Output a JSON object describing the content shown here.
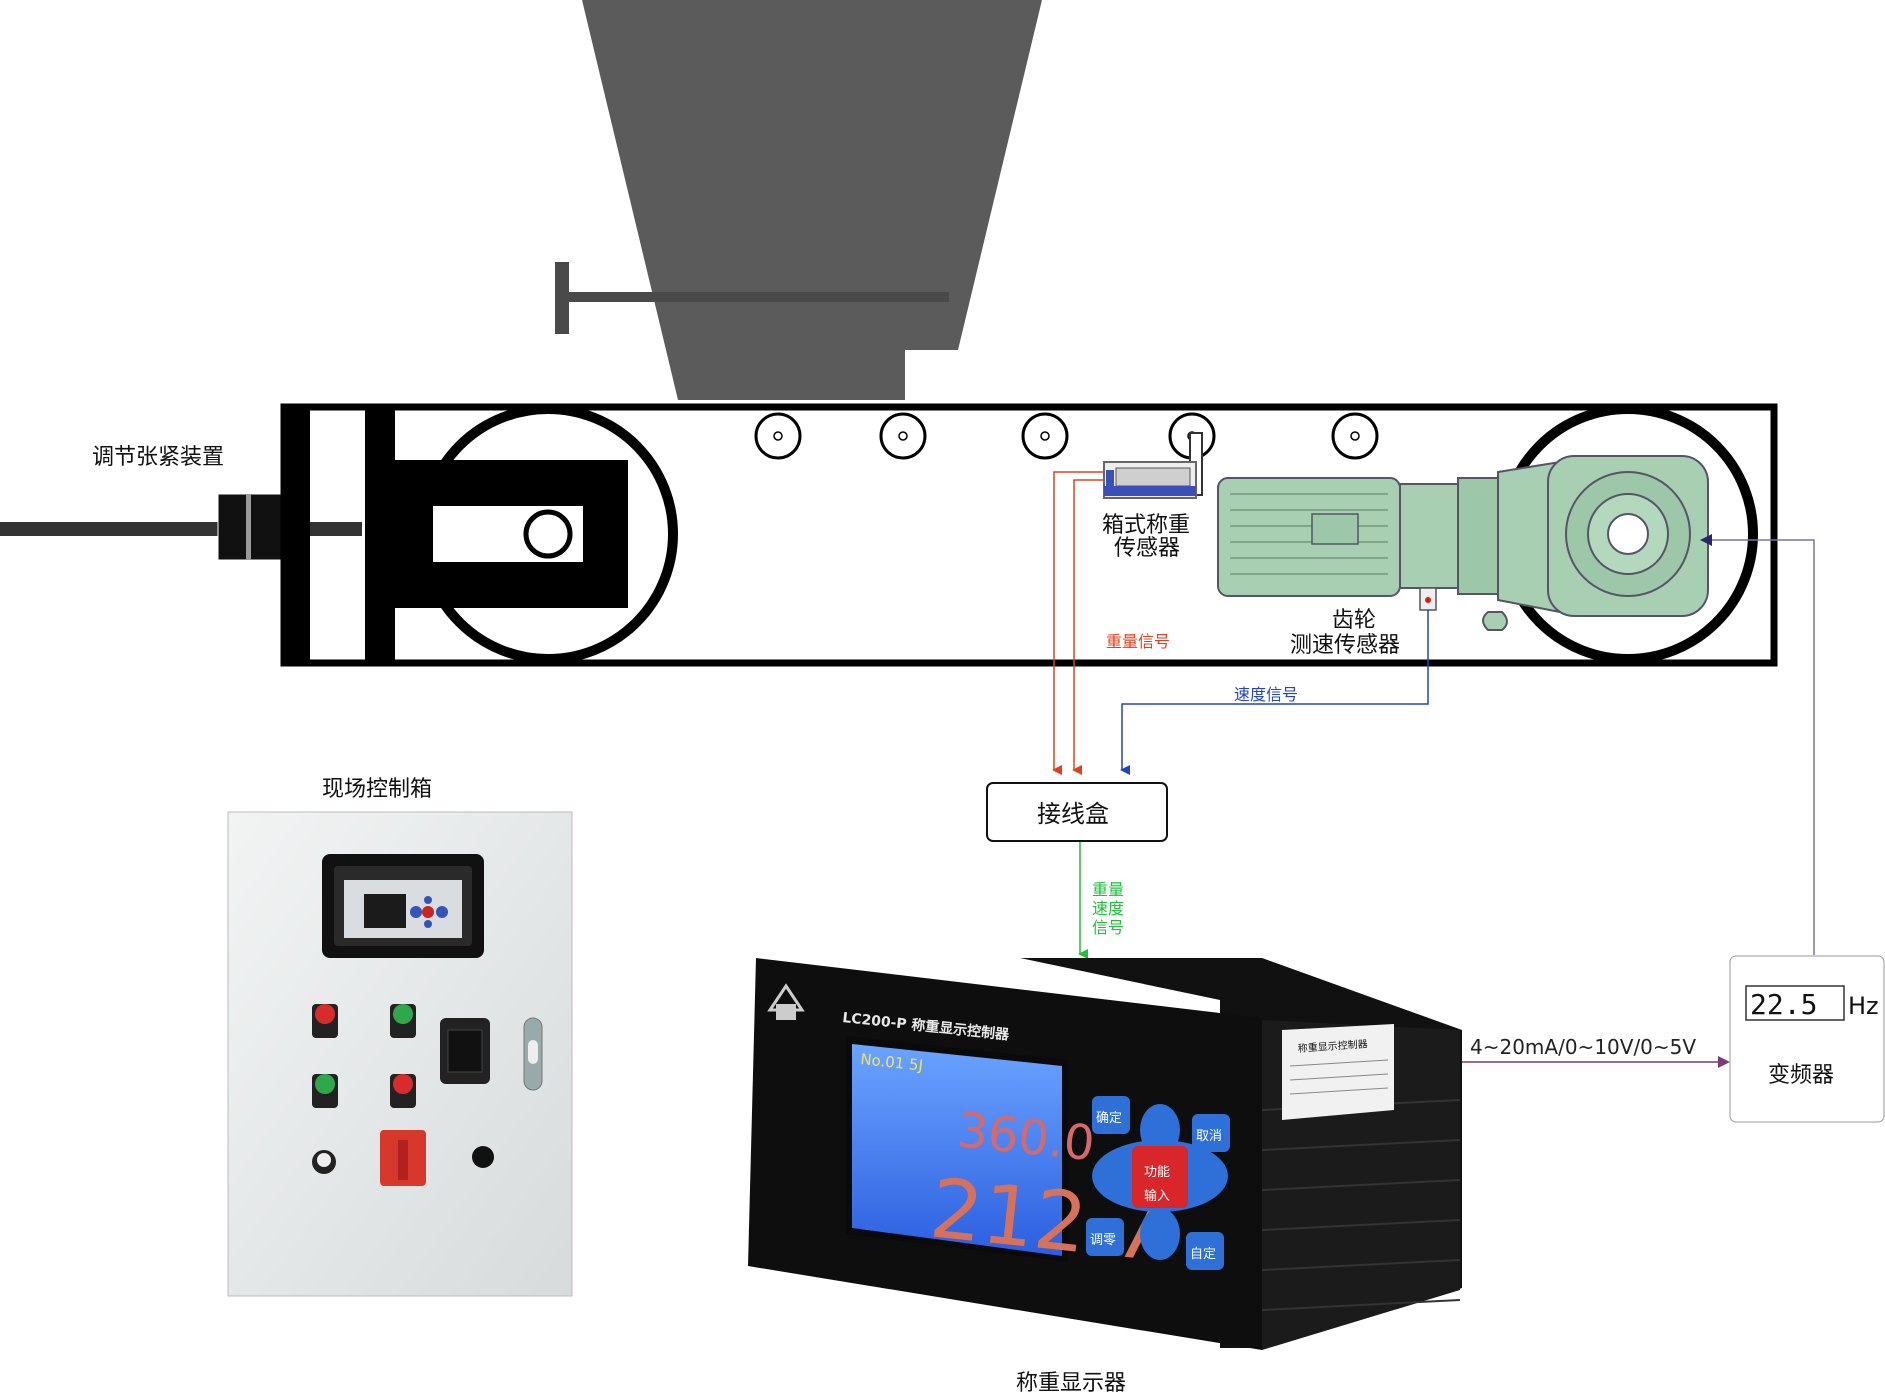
{
  "labels": {
    "tension_device": "调节张紧装置",
    "box_sensor_line1": "箱式称重",
    "box_sensor_line2": "传感器",
    "gear_line1": "齿轮",
    "gear_line2": "测速传感器",
    "weight_signal": "重量信号",
    "speed_signal": "速度信号",
    "junction_box": "接线盒",
    "combined_signal": [
      "重量",
      "速度",
      "信号"
    ],
    "field_box": "现场控制箱",
    "display_name": "称重显示器",
    "output_signal": "4~20mA/0~10V/0~5V",
    "vfd_reading": "22.5",
    "vfd_unit": "Hz",
    "vfd_name": "变频器"
  },
  "controller": {
    "model": "LC200-P  称重显示控制器",
    "screen_header": "No.01  5J",
    "reading_top": "360.0",
    "reading_bottom": "212.7",
    "btn_confirm": "确定",
    "btn_cancel": "取消",
    "btn_function": "功能",
    "btn_enter": "输入",
    "btn_zero": "调零",
    "btn_custom": "自定",
    "side_label_title": "称重显示控制器"
  },
  "colors": {
    "weight_signal": "#e0401c",
    "speed_signal": "#2244cc",
    "combined_signal": "#1fbf3a",
    "output_signal": "#7a3b6e",
    "feedback": "#7a74a8",
    "hopper": "#5a5a5a",
    "motor": "#a8cfb2"
  }
}
